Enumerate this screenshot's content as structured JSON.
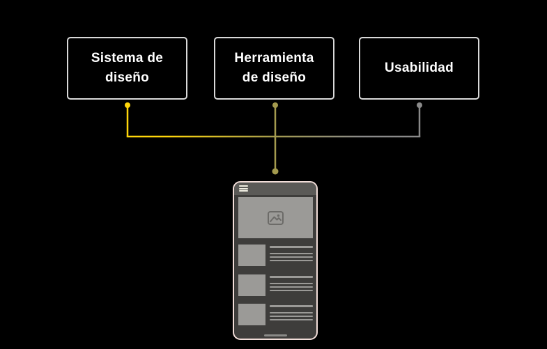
{
  "canvas": {
    "background": "#000000"
  },
  "colors": {
    "background": "#000000",
    "box_border": "#d9d9d9",
    "box_text": "#ffffff",
    "yellow": "#ffd60a",
    "olive": "#a39a4e",
    "gray": "#8a8a8a",
    "phone_border": "#f2ded9",
    "phone_body": "#3e3d3b",
    "phone_header": "#5b5a57",
    "hamburger": "#efede0",
    "placeholder": "#9b9a97",
    "icon_stroke": "#6c6b68",
    "home_indicator": "#8a8a87"
  },
  "diagram": {
    "boxes": [
      {
        "line1": "Sistema de",
        "line2": "diseño",
        "dot_color": "#ffd60a"
      },
      {
        "line1": "Herramienta",
        "line2": "de diseño",
        "dot_color": "#a39a4e"
      },
      {
        "line1": "Usabilidad",
        "line2": "",
        "dot_color": "#8a8a8a"
      }
    ],
    "phone": {
      "icons": {
        "menu": "hamburger-menu-icon",
        "image_placeholder": "image-placeholder-icon"
      },
      "list_row_count": 3
    }
  }
}
